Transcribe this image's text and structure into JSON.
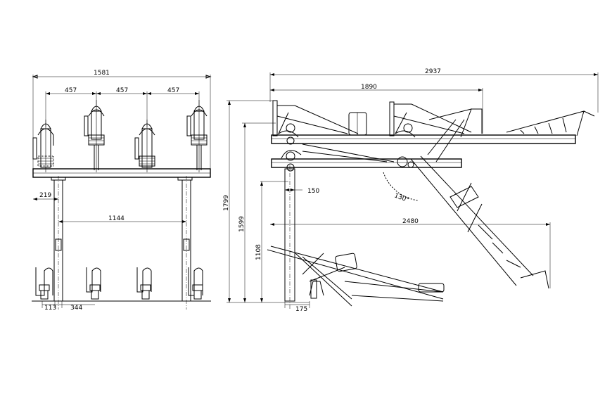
{
  "front_view": {
    "dims": {
      "overall_width": "1581",
      "spacing_1": "457",
      "spacing_2": "457",
      "spacing_3": "457",
      "offset": "219",
      "post_spacing": "1144",
      "base_1": "113",
      "base_2": "344"
    }
  },
  "side_view": {
    "dims": {
      "overall_length": "2937",
      "upper_length": "1890",
      "overall_height": "1799",
      "upper_height": "1599",
      "lower_height": "1108",
      "offset": "150",
      "reach": "2480",
      "base": "175",
      "angle": "130°"
    }
  }
}
